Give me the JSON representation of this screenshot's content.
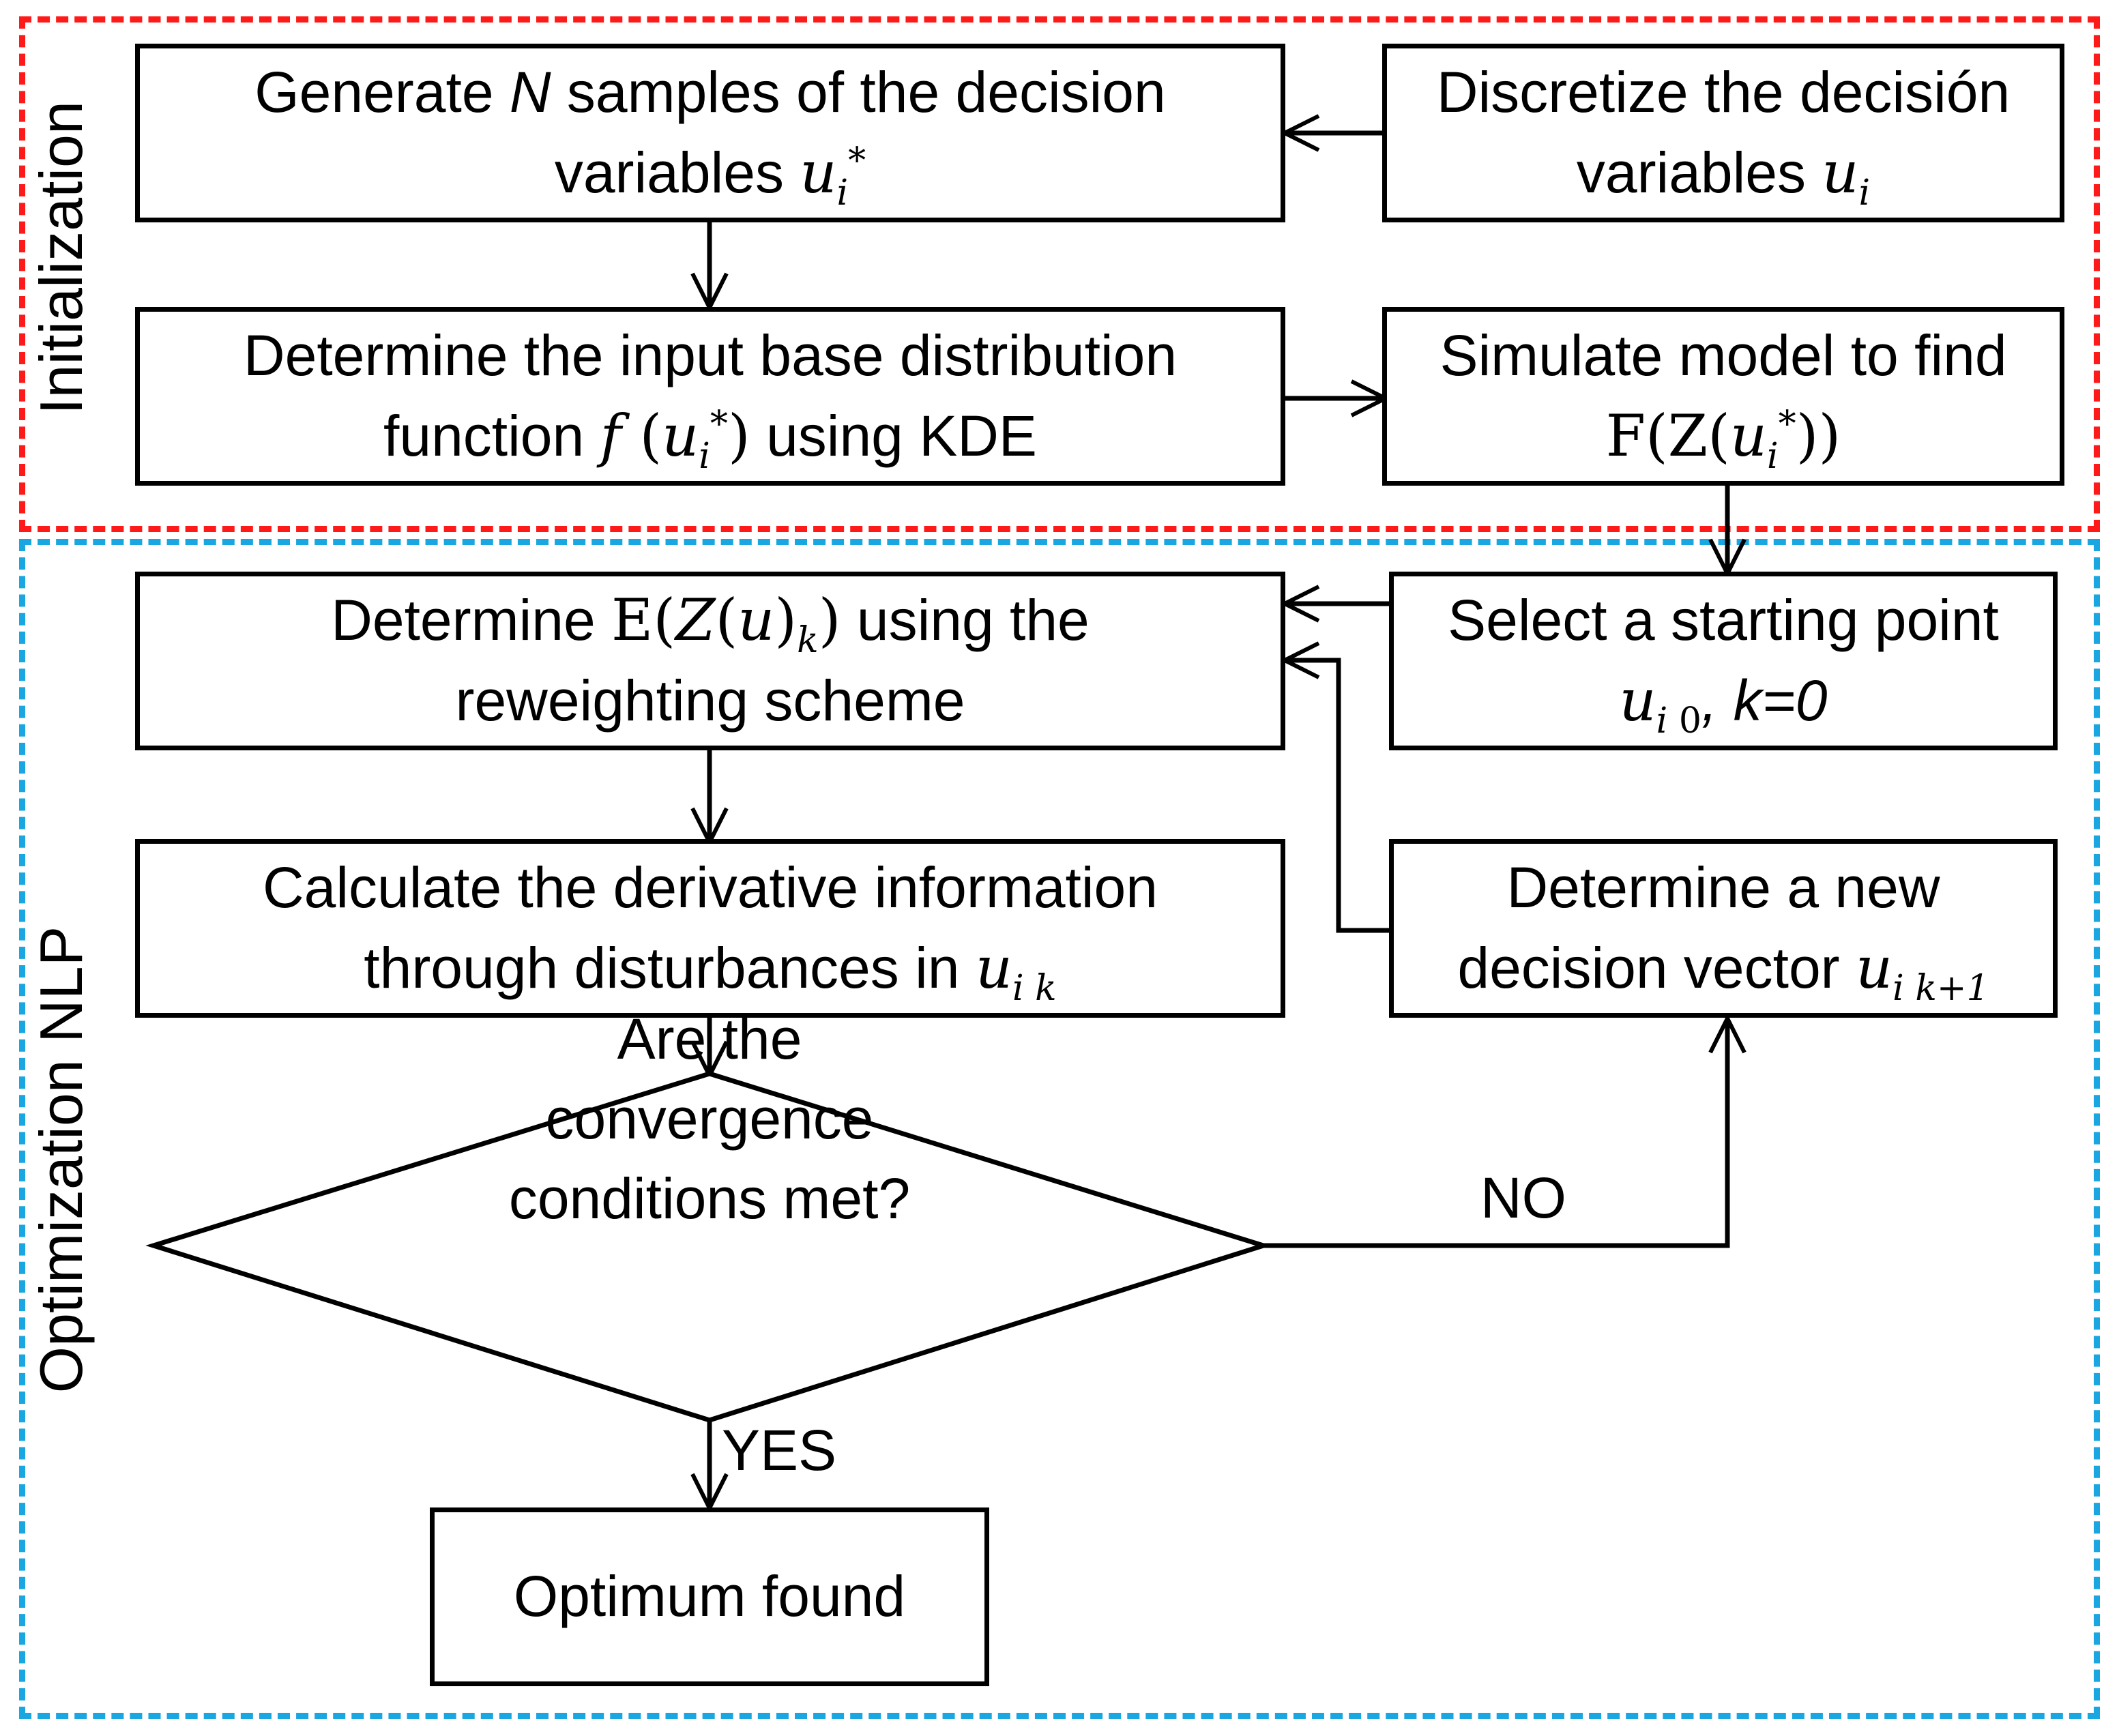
{
  "regions": {
    "initialization": "Initialization",
    "optimization": "Optimization NLP"
  },
  "boxes": {
    "generate": {
      "text_a": "Generate ",
      "var_n": "N",
      "text_b": " samples of the decision",
      "text_c": "variables ",
      "var_u": "u",
      "sub_i": "i",
      "sup_star": "*"
    },
    "discretize": {
      "line1": "Discretize the decisión",
      "text_a": "variables ",
      "var_u": "u",
      "sub_i": "i"
    },
    "determine_input": {
      "line1": "Determine the input base distribution",
      "text_a": "function ",
      "var_f": "f",
      "paren_open": " (",
      "var_u": "u",
      "sub_i": "i",
      "sup_star": "*",
      "paren_close": ")",
      "text_b": " using KDE"
    },
    "simulate": {
      "line1": "Simulate model to find",
      "expr_a": "F(Z(",
      "var_u": "u",
      "sub_i": "i",
      "sup_star": "*",
      "expr_b": "))"
    },
    "determine_e": {
      "text_a": "Determine ",
      "expr_e": "E(",
      "var_z": "Z",
      "paren_u_open": "(",
      "var_u": "u",
      "paren_u_close": ")",
      "sub_k": "k",
      "expr_close": ")",
      "text_b": " using the",
      "line2": "reweighting scheme"
    },
    "select_start": {
      "line1": "Select a starting point",
      "var_u": "u",
      "sub_i": "i",
      "sub_0": "0",
      "text_b": ", k=0"
    },
    "calculate": {
      "line1": "Calculate the derivative information",
      "text_a": "through disturbances in ",
      "var_u": "u",
      "sub_i": "i",
      "sub_k": "k"
    },
    "new_vector": {
      "line1": "Determine a new",
      "text_a": "decision vector  ",
      "var_u": "u",
      "sub_i": "i",
      "sub_k1": "k+1"
    },
    "optimum": "Optimum found"
  },
  "decision": {
    "line1": "Are the",
    "line2": "convergence",
    "line3": "conditions met?"
  },
  "edges": {
    "no": "NO",
    "yes": "YES"
  },
  "colors": {
    "init_border": "#ff1a1a",
    "opt_border": "#1aa6e0"
  }
}
